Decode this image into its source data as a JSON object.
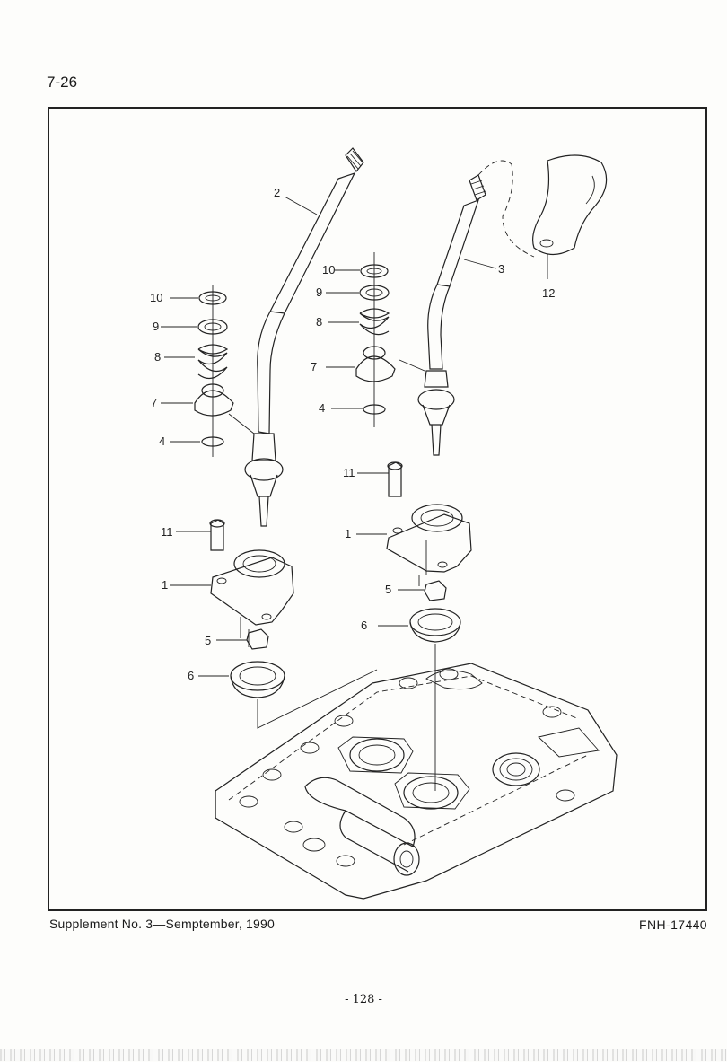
{
  "header": {
    "page_number": "7-26"
  },
  "callouts": {
    "c1a": "1",
    "c2": "2",
    "c3": "3",
    "c4a": "4",
    "c5a": "5",
    "c6a": "6",
    "c7a": "7",
    "c8a": "8",
    "c9a": "9",
    "c10a": "10",
    "c11a": "11",
    "c12": "12",
    "c1b": "1",
    "c4b": "4",
    "c5b": "5",
    "c6b": "6",
    "c7b": "7",
    "c8b": "8",
    "c9b": "9",
    "c10b": "10",
    "c11b": "11"
  },
  "footer": {
    "supplement": "Supplement No. 3—Semptember, 1990",
    "doc_code": "FNH-17440",
    "folio": "- 128 -"
  }
}
